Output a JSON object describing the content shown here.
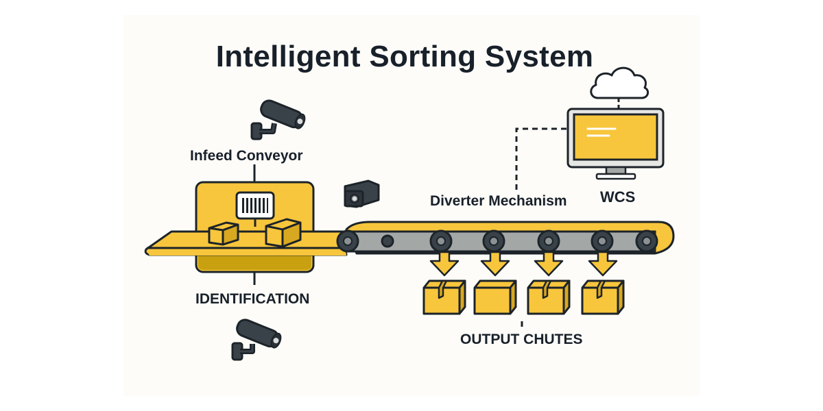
{
  "title": "Intelligent Sorting System",
  "labels": {
    "infeed": "Infeed Conveyor",
    "identification": "IDENTIFICATION",
    "diverter": "Diverter Mechanism",
    "wcs": "WCS",
    "output": "OUTPUT CHUTES"
  },
  "icons": [
    "security-camera-icon",
    "barcode-icon",
    "package-box-icon",
    "cloud-icon",
    "monitor-icon",
    "arrow-down-icon",
    "roller-icon"
  ],
  "output_chute_count": 4,
  "colors": {
    "accent_yellow": "#f8c63c",
    "dark_yellow": "#d4a21a",
    "outline": "#1c2329",
    "camera": "#3a4249",
    "belt_gray": "#a3a8a6",
    "text": "#18202a"
  }
}
